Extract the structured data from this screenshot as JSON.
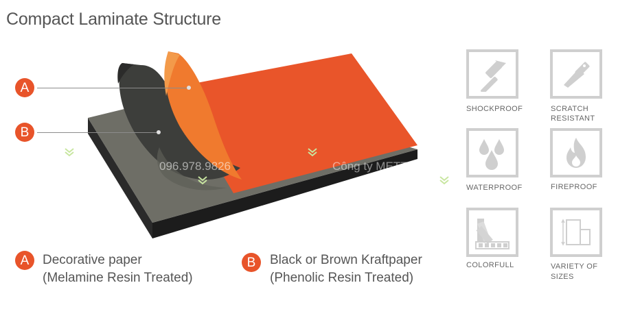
{
  "title": "Compact Laminate Structure",
  "labels": {
    "a": "A",
    "b": "B"
  },
  "legend": {
    "a_line1": "Decorative paper",
    "a_line2": "(Melamine Resin Treated)",
    "b_line1": "Black or Brown Kraftpaper",
    "b_line2": "(Phenolic Resin Treated)"
  },
  "watermark": {
    "phone": "096.978.9826",
    "company": "Công ty METT"
  },
  "features": [
    {
      "line1": "SHOCKPROOF",
      "line2": "",
      "icon": "hammer-icon"
    },
    {
      "line1": "SCRATCH",
      "line2": "RESISTANT",
      "icon": "knife-icon"
    },
    {
      "line1": "WATERPROOF",
      "line2": "",
      "icon": "water-drops-icon"
    },
    {
      "line1": "FIREPROOF",
      "line2": "",
      "icon": "flame-icon"
    },
    {
      "line1": "COLORFULL",
      "line2": "",
      "icon": "color-swatch-icon"
    },
    {
      "line1": "VARIETY  OF",
      "line2": "SIZES",
      "icon": "sizes-icon"
    }
  ],
  "colors": {
    "accent": "#e8542a",
    "sheet_orange": "#e9552a",
    "core_gray": "#6e6e66",
    "core_edge": "#1c1c1c",
    "icon_gray": "#cfcfcf"
  }
}
